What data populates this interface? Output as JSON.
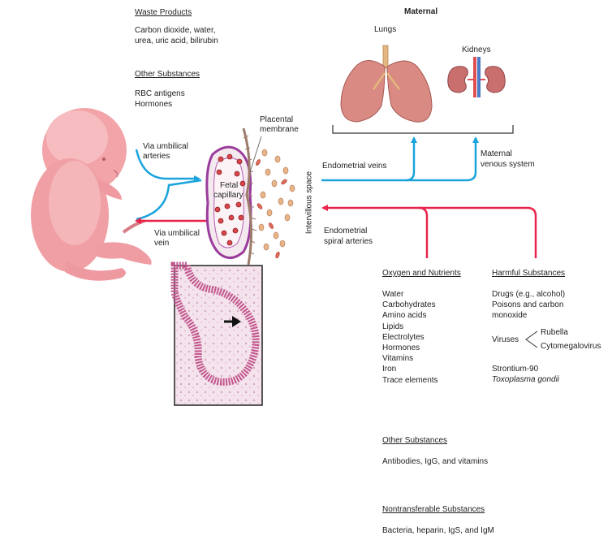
{
  "waste": {
    "heading": "Waste Products",
    "line1": "Carbon dioxide, water,",
    "line2": "urea, uric acid, bilirubin"
  },
  "other_top": {
    "heading": "Other Substances",
    "line1": "RBC antigens",
    "line2": "Hormones"
  },
  "maternal": {
    "title": "Maternal",
    "lungs": "Lungs",
    "kidneys": "Kidneys"
  },
  "labels": {
    "via_arteries_1": "Via umbilical",
    "via_arteries_2": "arteries",
    "via_vein_1": "Via umbilical",
    "via_vein_2": "vein",
    "placental_1": "Placental",
    "placental_2": "membrane",
    "fetal_1": "Fetal",
    "fetal_2": "capillary",
    "intervillous": "Intervillous space",
    "endo_veins": "Endometrial veins",
    "mat_venous_1": "Maternal",
    "mat_venous_2": "venous system",
    "endo_spiral_1": "Endometrial",
    "endo_spiral_2": "spiral arteries"
  },
  "oxygen": {
    "heading": "Oxygen and Nutrients",
    "items": [
      "Water",
      "Carbohydrates",
      "Amino acids",
      "Lipids",
      "Electrolytes",
      "Hormones",
      "Vitamins",
      "Iron",
      "Trace elements"
    ]
  },
  "harmful": {
    "heading": "Harmful Substances",
    "line1": "Drugs (e.g., alcohol)",
    "line2": "Poisons and carbon",
    "line3": "monoxide",
    "viruses": "Viruses",
    "rubella": "Rubella",
    "cmv": "Cytomegalovirus",
    "strontium": "Strontium-90",
    "toxo": "Toxoplasma gondii"
  },
  "other_bottom": {
    "heading": "Other Substances",
    "text": "Antibodies, IgG, and vitamins"
  },
  "nontransferable": {
    "heading": "Nontransferable Substances",
    "text": "Bacteria, heparin, IgS, and IgM"
  },
  "colors": {
    "blue": "#1aa3dc",
    "red": "#e8244a",
    "skin": "#f2a4a8",
    "organ": "#d98a82"
  }
}
